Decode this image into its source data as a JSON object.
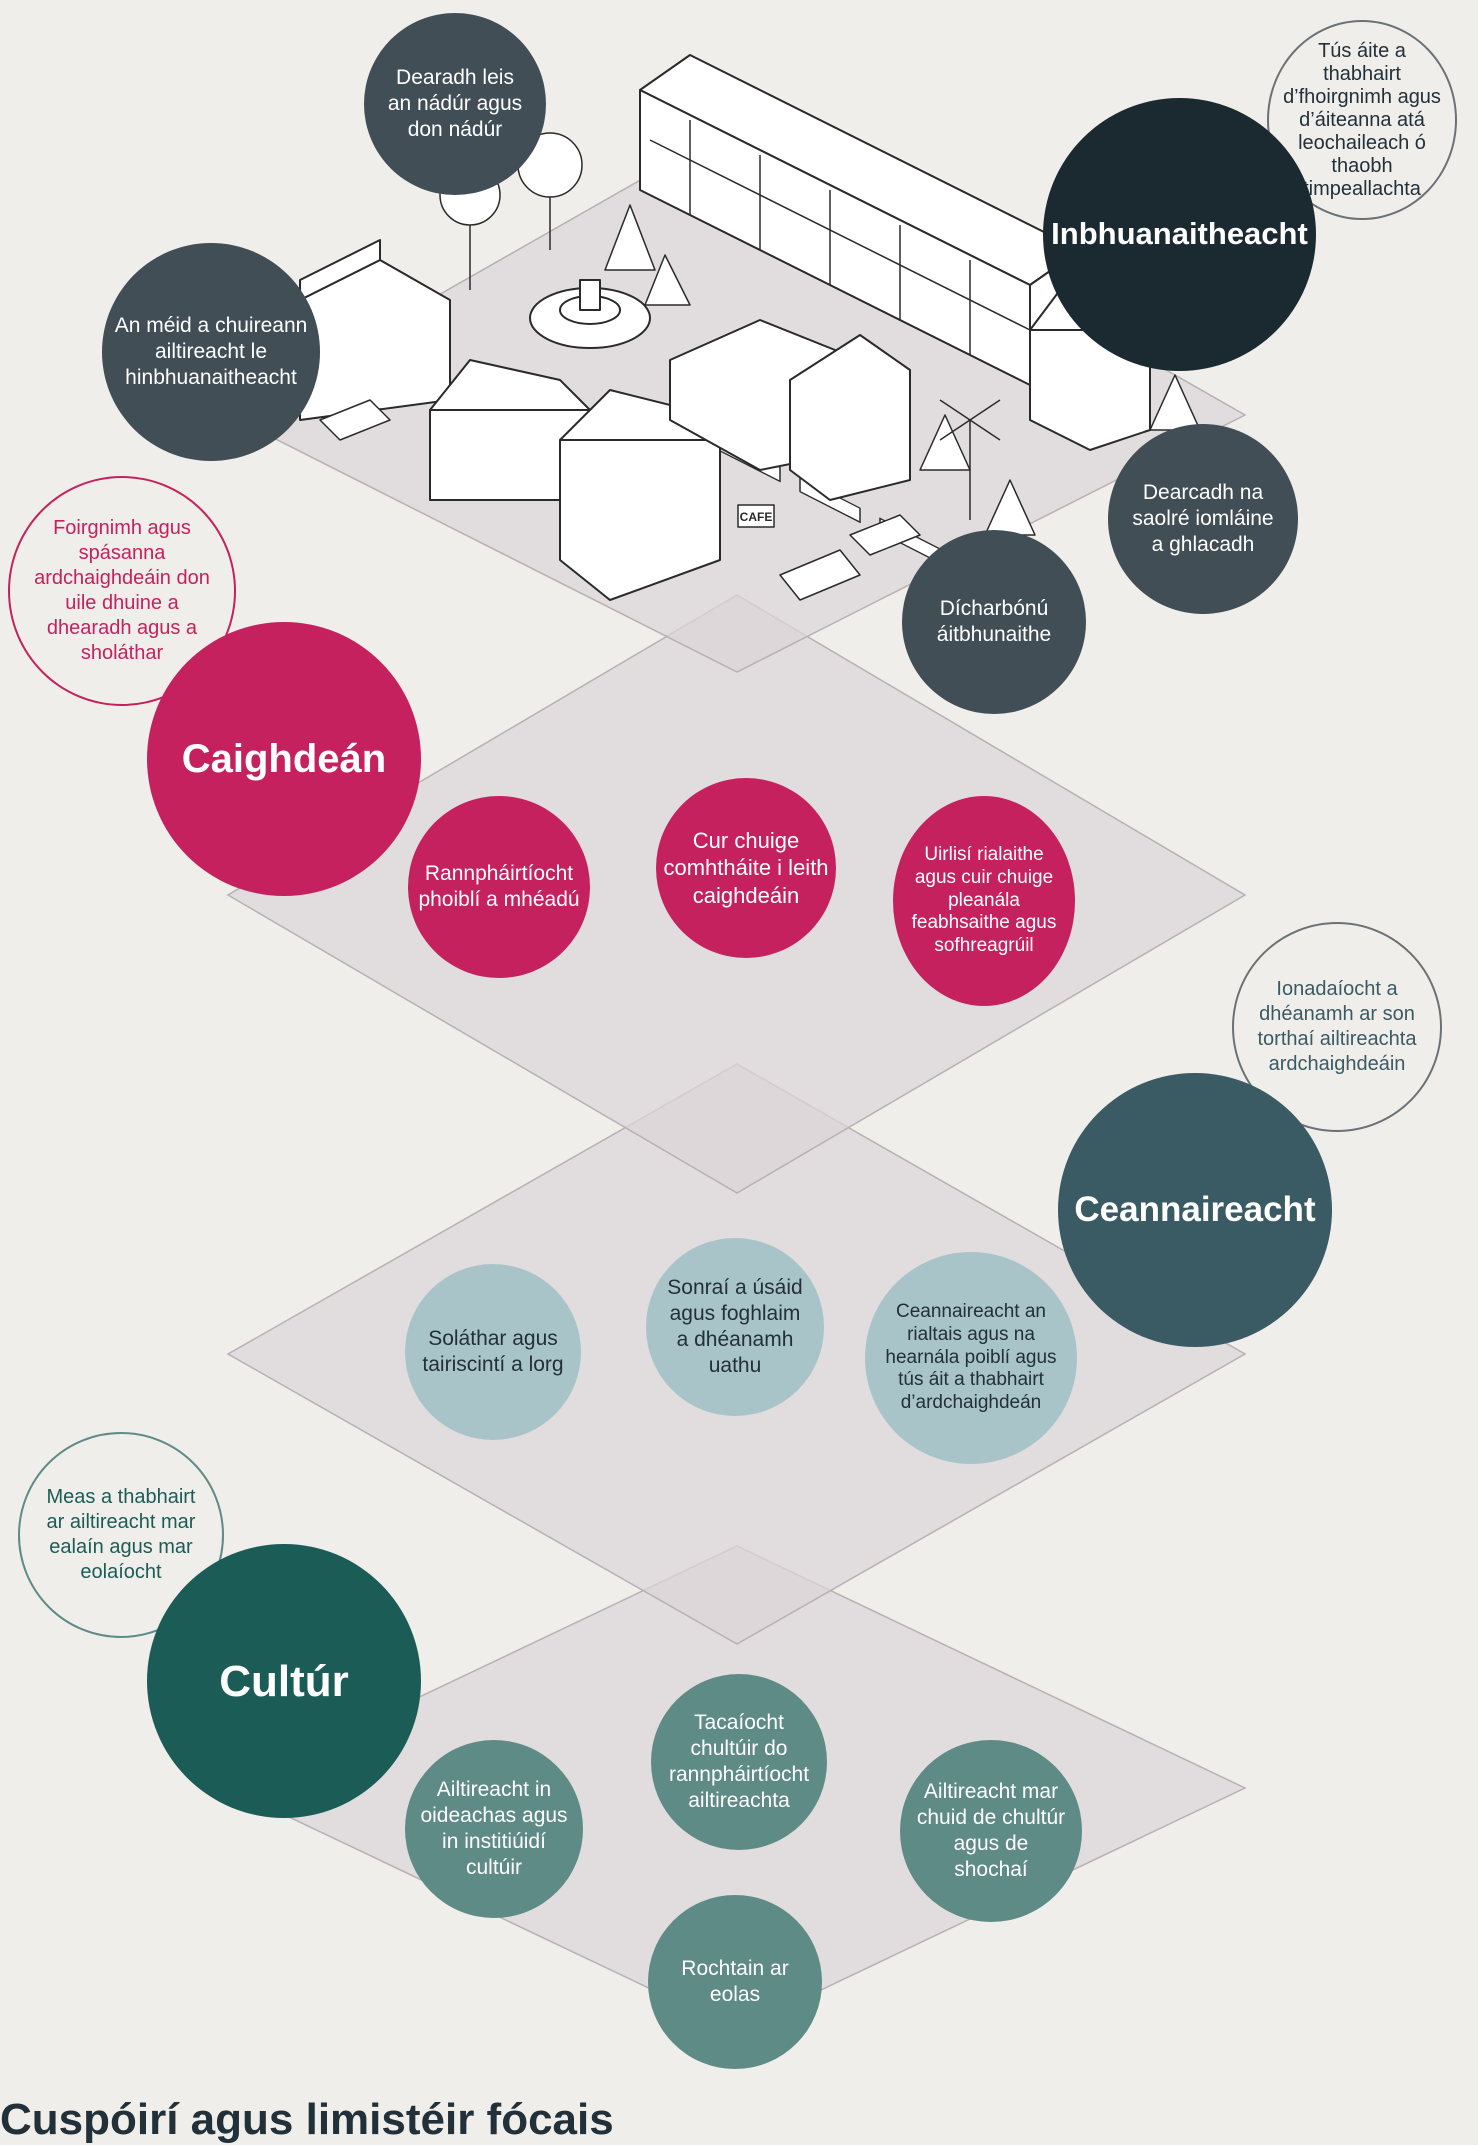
{
  "colors": {
    "background": "#f0eeea",
    "plane": "#dcd6d8",
    "plane_stroke": "#b9b0b4",
    "dark": "#414e55",
    "darkest": "#1b2a31",
    "magenta": "#c4215e",
    "teal_dark": "#3a5a64",
    "teal_light": "#a9c4c8",
    "green_dark": "#1c5c57",
    "green_mid": "#5f8b86",
    "title": "#22303a"
  },
  "title": "Cuspóirí agus limistéir fócais",
  "sustainability": {
    "heading": "Inbhuanaitheacht",
    "callout": "Tús áite a thabhairt d’fhoirgnimh agus d’áiteanna atá leochaileach ó thaobh timpeallachta",
    "items": [
      "Dearadh leis an nádúr agus don nádúr",
      "An méid a chuireann ailtireacht le hinbhuanaitheacht",
      "Dearcadh na saolré iomláine a ghlacadh",
      "Dícharbónú áitbhunaithe"
    ]
  },
  "quality": {
    "heading": "Caighdeán",
    "callout": "Foirgnimh agus spásanna ardchaighdeáin don uile dhuine a dhearadh agus a sholáthar",
    "items": [
      "Rannpháirtíocht phoiblí a mhéadú",
      "Cur chuige comhtháite i leith caighdeáin",
      "Uirlisí rialaithe agus cuir chuige pleanála feabhsaithe agus sofhreagrúil"
    ]
  },
  "leadership": {
    "heading": "Ceannaireacht",
    "callout": "Ionadaíocht a dhéanamh ar son torthaí ailtireachta ardchaighdeáin",
    "items": [
      "Soláthar agus tairiscintí a lorg",
      "Sonraí a úsáid agus foghlaim a dhéanamh uathu",
      "Ceannaireacht an rialtais agus na hearnála poiblí agus tús áit a thabhairt d’ardchaighdeán"
    ]
  },
  "culture": {
    "heading": "Cultúr",
    "callout": "Meas a thabhairt ar ailtireacht mar ealaín agus mar eolaíocht",
    "items": [
      "Ailtireacht in oideachas agus in institiúidí cultúir",
      "Tacaíocht chultúir do rannpháirtíocht ailtireachta",
      "Ailtireacht mar chuid de chultúr agus de shochaí",
      "Rochtain ar eolas"
    ]
  },
  "illustration": {
    "cafe_sign": "CAFE"
  }
}
